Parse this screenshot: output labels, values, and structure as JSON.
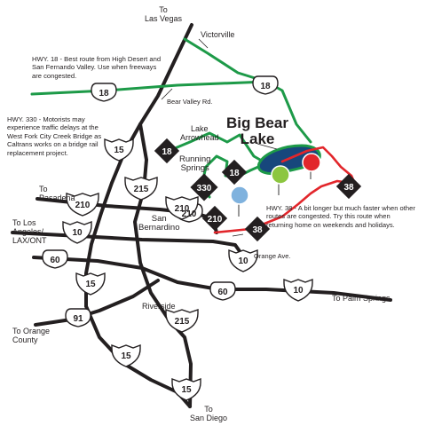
{
  "title": {
    "line1": "Big Bear",
    "line2": "Lake"
  },
  "destinations": {
    "las_vegas": {
      "line1": "To",
      "line2": "Las Vegas"
    },
    "pasadena": {
      "line1": "To",
      "line2": "Pasadena"
    },
    "los_angeles": {
      "line1": "To Los",
      "line2": "Angeles/",
      "line3": "LAX/ONT"
    },
    "orange_county": {
      "line1": "To Orange",
      "line2": "County"
    },
    "san_diego": {
      "line1": "To",
      "line2": "San Diego"
    },
    "palm_springs": "To Palm Springs"
  },
  "places": {
    "victorville": "Victorville",
    "lake_arrowhead": {
      "line1": "Lake",
      "line2": "Arrowhead"
    },
    "running_springs": {
      "line1": "Running",
      "line2": "Springs"
    },
    "san_bernardino": {
      "line1": "San",
      "line2": "Bernardino"
    },
    "riverside": "Riverside",
    "bear_valley_rd": "Bear Valley Rd.",
    "orange_ave": "Orange Ave."
  },
  "notes": {
    "hwy18": "HWY. 18 - Best route from High Desert and San Fernando Valley. Use when freeways are congested.",
    "hwy330": "HWY. 330 - Motorists may experience traffic delays at the West Fork City Creek Bridge as Caltrans works on a bridge rail replacement project.",
    "hwy38": "HWY. 38 - A bit longer but much faster when other routes are congested. Try this route when returning home on weekends and holidays."
  },
  "shields": {
    "i15_north": "15",
    "i15_mid": "15",
    "i15_south1": "15",
    "i15_south2": "15",
    "i215_north": "215",
    "i215_south": "215",
    "i210_west": "210",
    "i210_mid": "210",
    "i10_west": "10",
    "i10_east": "10",
    "sr18_west": "18",
    "sr18_north": "18",
    "sr18_arrowhead": "18",
    "sr18_running": "18",
    "sr330": "330",
    "sr210": "210",
    "sr38_south": "38",
    "sr38_east": "38",
    "sr60_west": "60",
    "sr60_east": "60",
    "sr91": "91"
  },
  "colors": {
    "road": "#231f20",
    "route18": "#1d9a48",
    "route38": "#e2262b",
    "lake": "#17477c",
    "interstate_blue": "#1b4da0",
    "state_route_fill": "#ffffff",
    "pin_blue": "#7fb2de",
    "pin_green": "#8cc63f",
    "pin_red": "#e2262b"
  },
  "icons": [
    "interstate-shield-icon",
    "state-route-shield-icon",
    "diamond-route-marker-icon",
    "resort-pin-icon"
  ]
}
